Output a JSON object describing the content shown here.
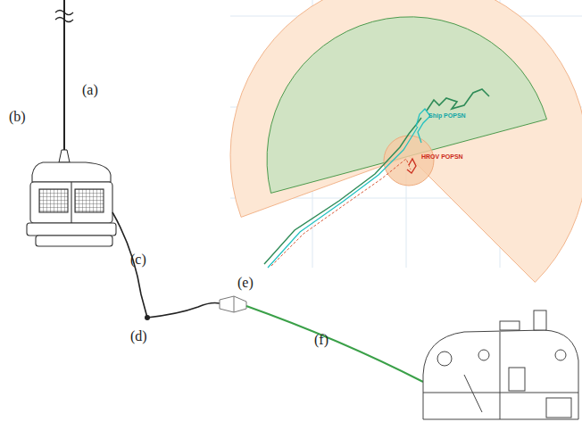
{
  "diagram": {
    "labels": [
      "(a)",
      "(b)",
      "(c)",
      "(d)",
      "(e)",
      "(f)",
      "Ship POPSN",
      "HROV POPSN"
    ]
  }
}
